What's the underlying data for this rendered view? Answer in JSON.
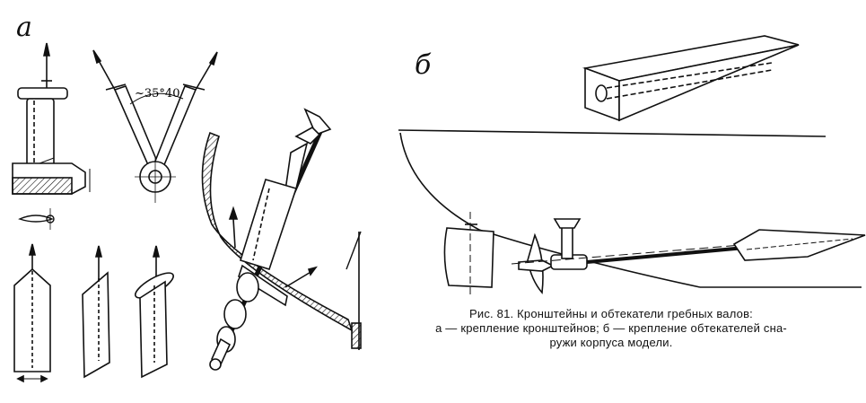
{
  "panel_a": {
    "label": "а"
  },
  "panel_b": {
    "label": "б"
  },
  "angle_annotation": "~35°40",
  "caption": {
    "line1": "Рис. 81. Кронштейны и обтекатели гребных валов:",
    "line2": "а — крепление кронштейнов; б — крепление обтекателей сна-",
    "line3": "ружи корпуса модели."
  },
  "colors": {
    "ink": "#111111",
    "paper": "#ffffff"
  }
}
